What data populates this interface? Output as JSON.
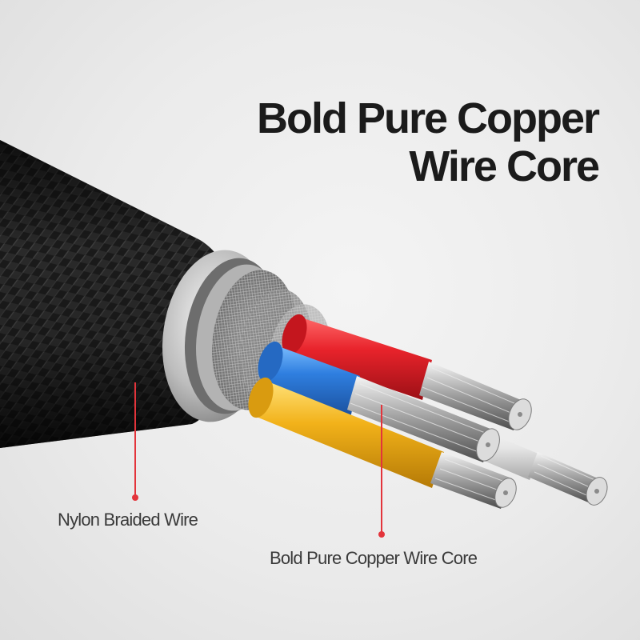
{
  "headline": {
    "line1": "Bold Pure Copper",
    "line2": "Wire Core"
  },
  "callouts": {
    "nylon": "Nylon Braided Wire",
    "core": "Bold Pure Copper Wire Core"
  },
  "colors": {
    "background": "#ebebeb",
    "braid": "#1f1f1f",
    "metal_ring": "#c9c9c9",
    "wire_red": "#e8232b",
    "wire_blue": "#2f7fe0",
    "wire_yellow": "#f2b21a",
    "wire_white": "#ececec",
    "copper_strand": "#b8b8b8",
    "pointer": "#e3343b",
    "headline_text": "#1b1b1b",
    "label_text": "#3a3a3a"
  }
}
